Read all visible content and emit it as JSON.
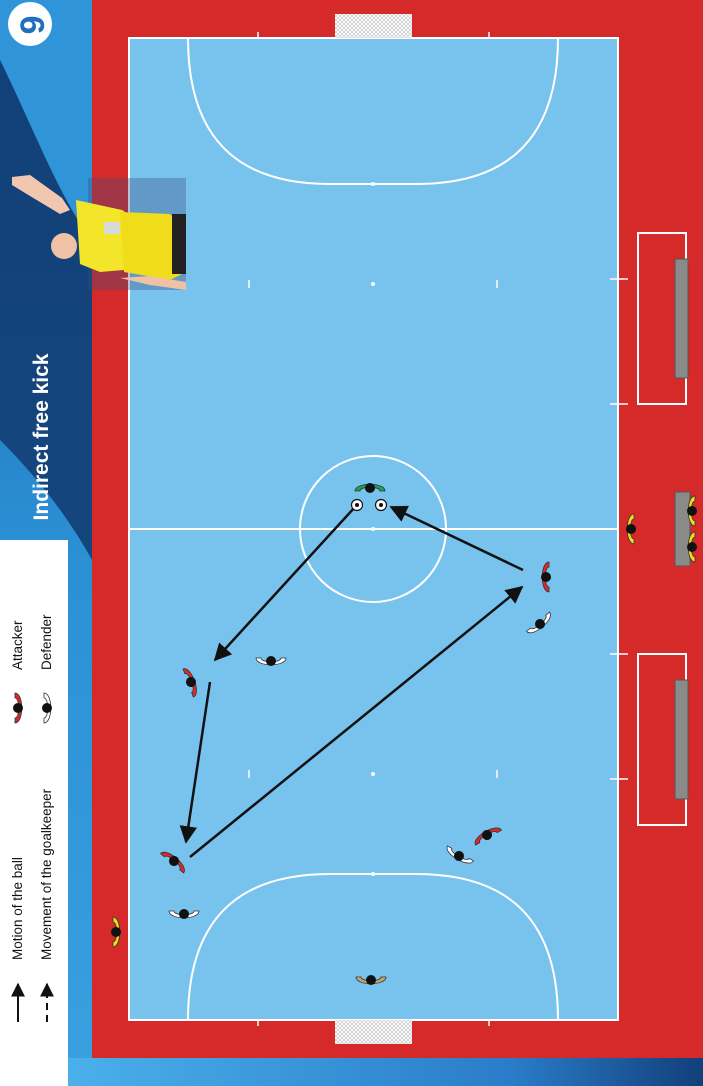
{
  "title": "Indirect free kick",
  "page_number": "6",
  "legend": {
    "ball_motion": "Motion of the ball",
    "goalkeeper_movement": "Movement of the goalkeeper",
    "attacker": "Attacker",
    "defender": "Defender"
  },
  "colors": {
    "court": "#78c3ee",
    "surround": "#d62a2a",
    "attacker": "#d82a2a",
    "defender": "#ffffff",
    "referee": "#f1dc1c",
    "side_panel": "#2a84c8"
  },
  "icons": [
    "referee-photo",
    "soccer-ball-icon"
  ]
}
